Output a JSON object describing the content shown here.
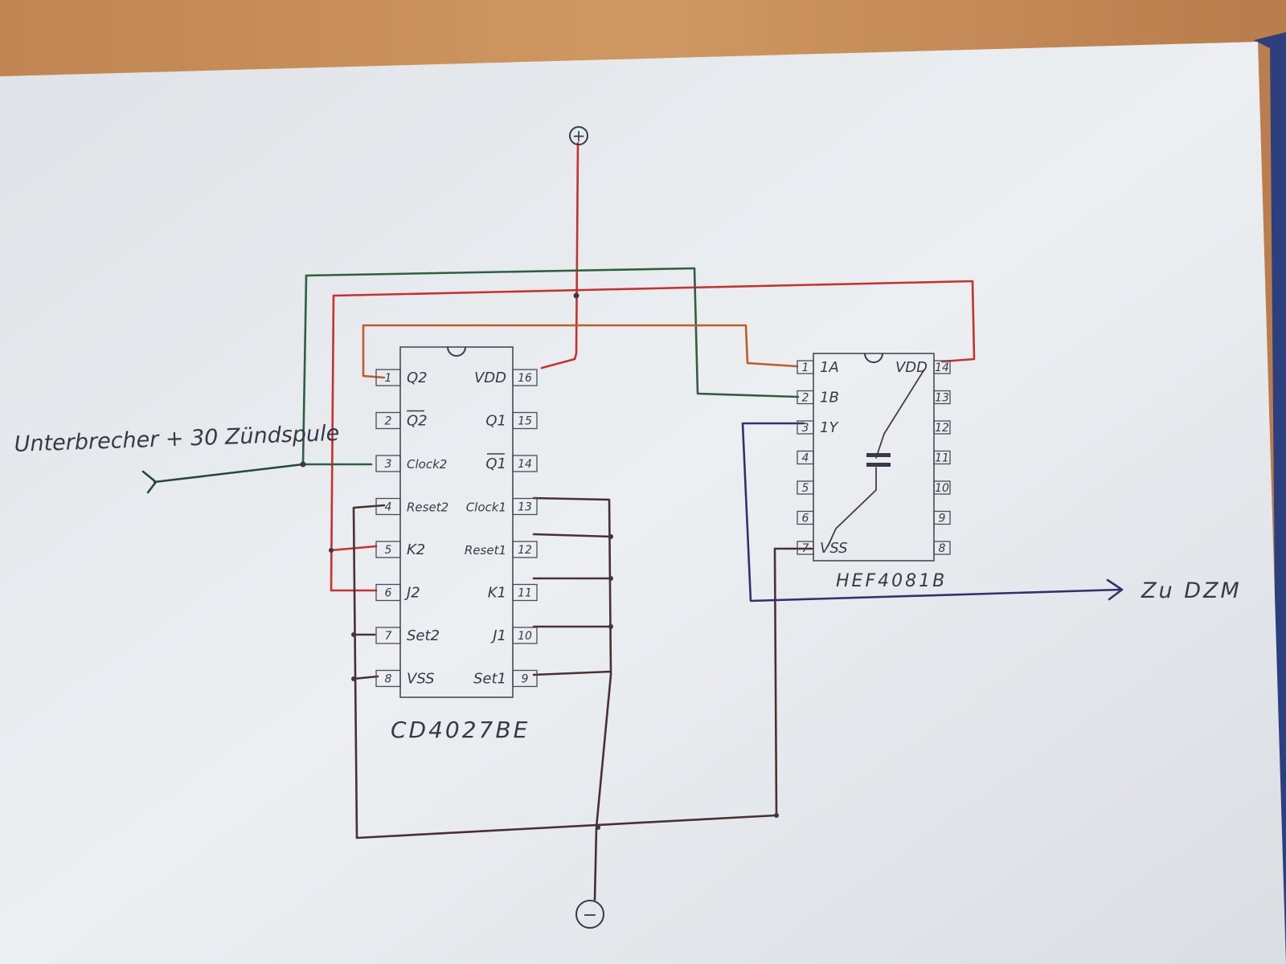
{
  "labels": {
    "input": "Unterbrecher + 30 Zündspule",
    "output": "Zu DZM",
    "plus": "+",
    "minus": "−"
  },
  "chips": {
    "cd4027": {
      "name": "CD4027BE",
      "left_pins": [
        {
          "num": "1",
          "label": "Q2"
        },
        {
          "num": "2",
          "label": "Q2"
        },
        {
          "num": "3",
          "label": "Clock2"
        },
        {
          "num": "4",
          "label": "Reset2"
        },
        {
          "num": "5",
          "label": "K2"
        },
        {
          "num": "6",
          "label": "J2"
        },
        {
          "num": "7",
          "label": "Set2"
        },
        {
          "num": "8",
          "label": "VSS"
        }
      ],
      "right_pins": [
        {
          "num": "16",
          "label": "VDD"
        },
        {
          "num": "15",
          "label": "Q1"
        },
        {
          "num": "14",
          "label": "Q1"
        },
        {
          "num": "13",
          "label": "Clock1"
        },
        {
          "num": "12",
          "label": "Reset1"
        },
        {
          "num": "11",
          "label": "K1"
        },
        {
          "num": "10",
          "label": "J1"
        },
        {
          "num": "9",
          "label": "Set1"
        }
      ]
    },
    "hef4081": {
      "name": "HEF4081B",
      "left_pins": [
        {
          "num": "1",
          "label": "1A"
        },
        {
          "num": "2",
          "label": "1B"
        },
        {
          "num": "3",
          "label": "1Y"
        },
        {
          "num": "4",
          "label": ""
        },
        {
          "num": "5",
          "label": ""
        },
        {
          "num": "6",
          "label": ""
        },
        {
          "num": "7",
          "label": "VSS"
        }
      ],
      "right_pins": [
        {
          "num": "14",
          "label": "VDD"
        },
        {
          "num": "13",
          "label": ""
        },
        {
          "num": "12",
          "label": ""
        },
        {
          "num": "11",
          "label": ""
        },
        {
          "num": "10",
          "label": ""
        },
        {
          "num": "9",
          "label": ""
        },
        {
          "num": "8",
          "label": ""
        }
      ]
    }
  },
  "colors": {
    "paper": "#e9ecef",
    "table": "#c9905e",
    "ink": "#3a3848",
    "red_wire": "#c8322e",
    "green_wire": "#2f5f3d",
    "orange_wire": "#c25a2a",
    "brown_wire": "#4a3034",
    "blue_wire": "#34306e",
    "input_wire": "#27473a"
  }
}
